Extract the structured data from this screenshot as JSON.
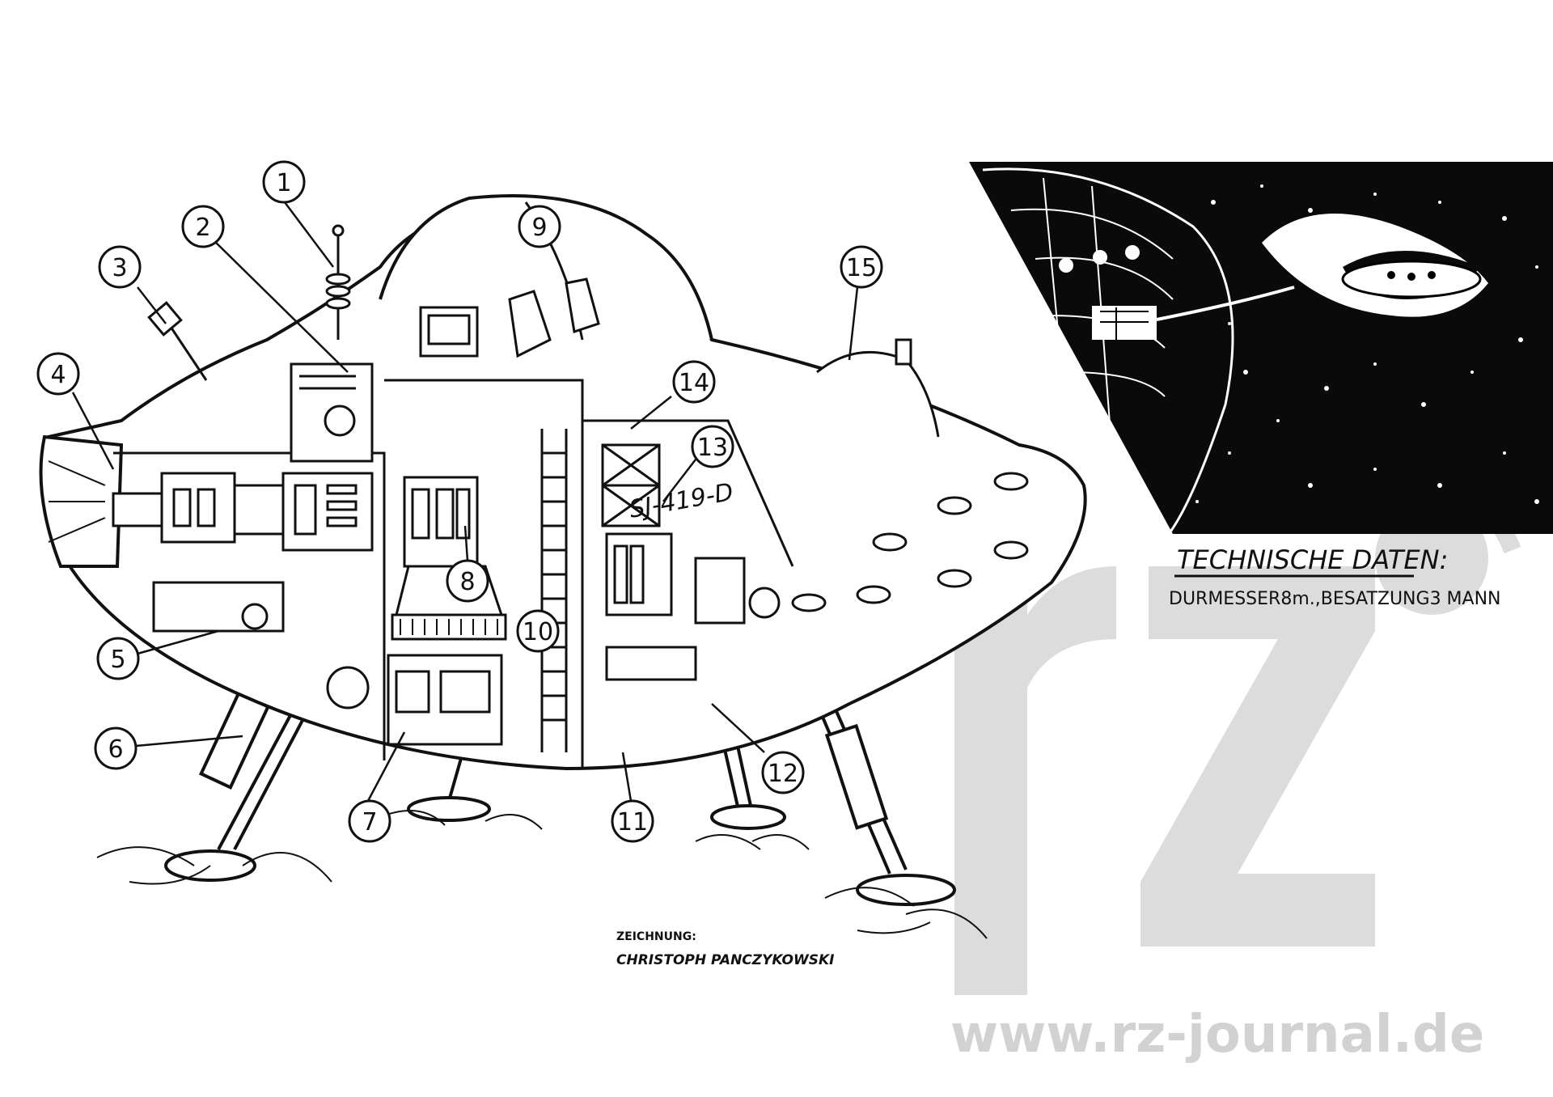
{
  "diagram": {
    "ship_marking": "SJ-419-D",
    "callouts": [
      "1",
      "2",
      "3",
      "4",
      "5",
      "6",
      "7",
      "8",
      "9",
      "10",
      "11",
      "12",
      "13",
      "14",
      "15"
    ]
  },
  "tech": {
    "heading": "TECHNISCHE DATEN:",
    "line": "DURMESSER8m.,BESATZUNG3 MANN"
  },
  "credit": {
    "label": "ZEICHNUNG:",
    "name": "CHRISTOPH PANCZYKOWSKI"
  },
  "watermark": {
    "url": "www.rz-journal.de",
    "logo": "rz"
  },
  "colors": {
    "ink": "#111111",
    "paper": "#ffffff",
    "watermark": "#d9d9d9"
  }
}
